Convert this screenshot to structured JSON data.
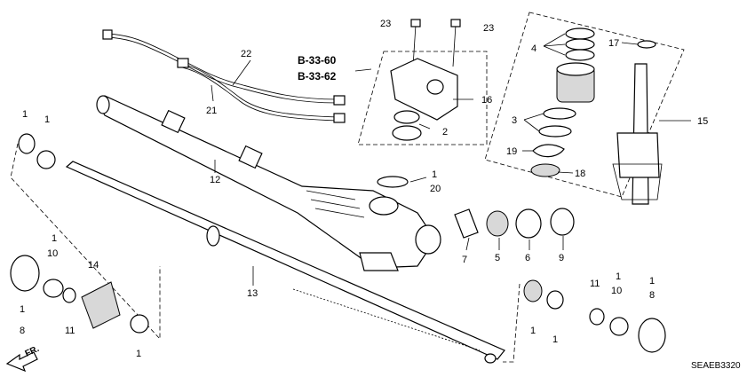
{
  "diagram_code": "SEAEB3320",
  "direction_label": "FR.",
  "references": [
    "B-33-60",
    "B-33-62"
  ],
  "callouts": {
    "c23a": "23",
    "c23b": "23",
    "c22": "22",
    "c21": "21",
    "c16": "16",
    "c2": "2",
    "c4": "4",
    "c17": "17",
    "c3": "3",
    "c19": "19",
    "c18": "18",
    "c15": "15",
    "c1_topleft_a": "1",
    "c1_topleft_b": "1",
    "c12": "12",
    "c1_mid": "1",
    "c20": "20",
    "c7": "7",
    "c5": "5",
    "c6": "6",
    "c9": "9",
    "c13": "13",
    "c1_left_a": "1",
    "c10_left": "10",
    "c14": "14",
    "c8_left": "8",
    "c1_left_b": "1",
    "c11_left": "11",
    "c1_left_c": "1",
    "c1_right_a": "1",
    "c1_right_b": "1",
    "c11_right": "11",
    "c1_right_c": "1",
    "c10_right": "10",
    "c1_right_d": "1",
    "c8_right": "8"
  }
}
